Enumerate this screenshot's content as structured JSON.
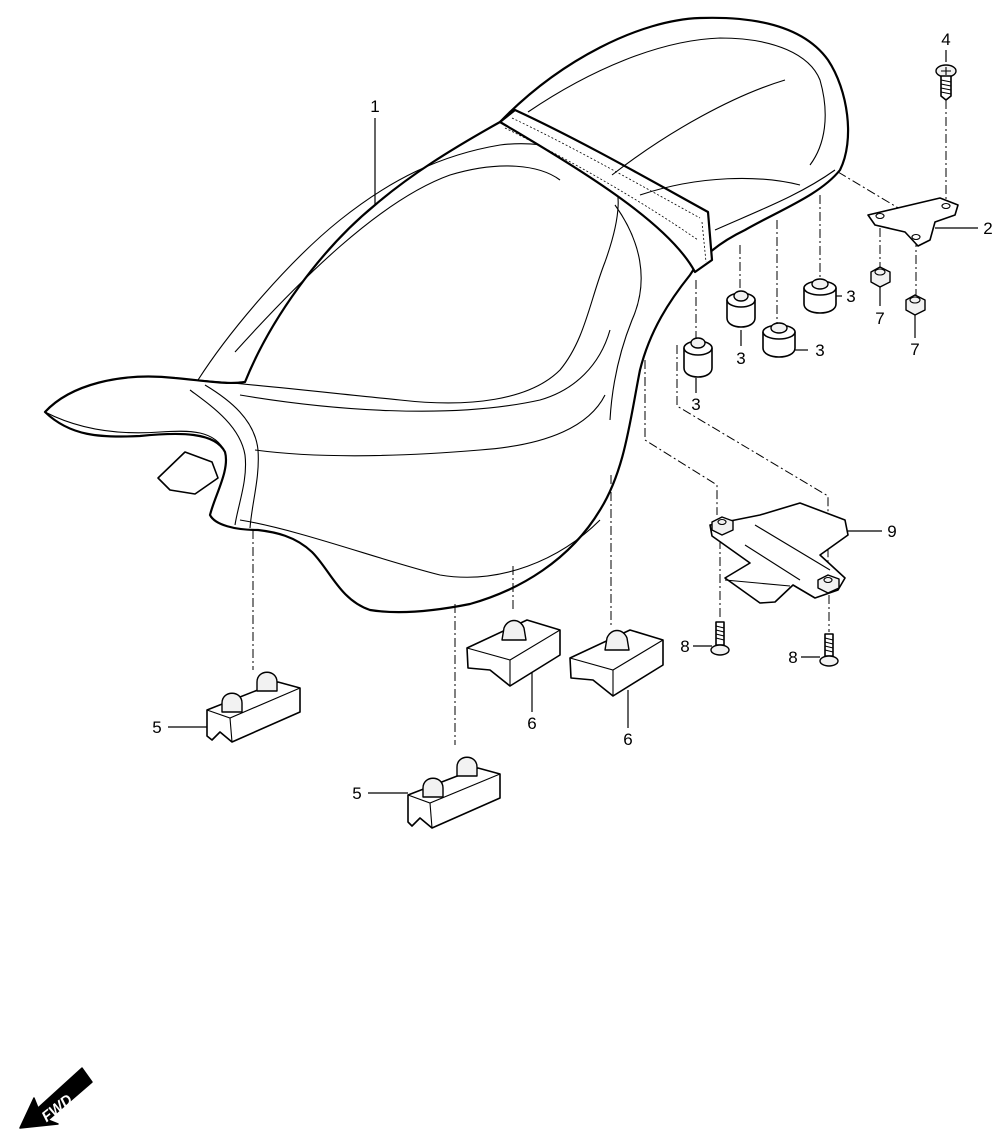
{
  "diagram": {
    "callouts": {
      "seat": "1",
      "bracket": "2",
      "damper_a": "3",
      "damper_b": "3",
      "damper_c": "3",
      "damper_d": "3",
      "bolt_top": "4",
      "front_block_a": "5",
      "front_block_b": "5",
      "mid_block_a": "6",
      "mid_block_b": "6",
      "nut_a": "7",
      "nut_b": "7",
      "screw_a": "8",
      "screw_b": "8",
      "plate": "9"
    },
    "direction_label": "FWD",
    "colors": {
      "line": "#000000",
      "background": "#ffffff",
      "arrow_fill": "#000000"
    }
  }
}
